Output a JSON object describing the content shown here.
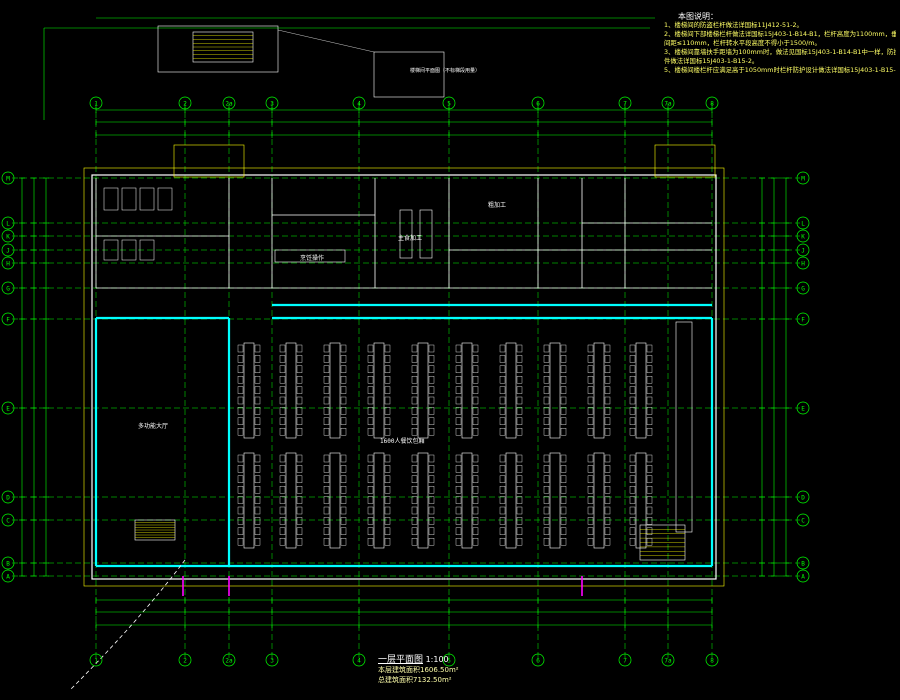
{
  "notes": {
    "title": "本图说明：",
    "lines": [
      "1、楼梯间的防盗栏杆做法详国标11J412-51-2。",
      "2、楼梯间下部楼梯栏杆做法详国标15J403-1-B14-B1，栏杆高度为1100mm，垂向",
      "   间距≤110mm，栏杆转水平段高度不得小于1500/m。",
      "3、楼梯间靠墙扶手距墙为100mm时，做法见国标15J403-1-B14-B1中一样，防护栏杆水平杆",
      "   件做法详国标15J403-1-B15-2。",
      "5、楼梯间楼栏杆应满足高于1050mm时栏杆防护设计做法详国标15J403-1-B15-H。"
    ]
  },
  "grid": {
    "columns": [
      "1",
      "2",
      "2a",
      "3",
      "4",
      "5",
      "6",
      "7",
      "7a",
      "8"
    ],
    "rows": [
      "M",
      "L",
      "K",
      "J",
      "H",
      "G",
      "F",
      "E",
      "D",
      "C",
      "B",
      "A"
    ]
  },
  "rooms": {
    "main_hall": "1600人餐饮包厢",
    "side_hall": "多功能大厅",
    "kitchen": "粗加工",
    "cooking": "烹饪操作",
    "dish": "主食加工",
    "stair_note": "楼梯间平面图（不标梯段用量）"
  },
  "title_block": {
    "title": "一层平面图",
    "scale": "1:100",
    "area1": "本层建筑面积1606.50m²",
    "area2": "总建筑面积7132.50m²"
  },
  "colors": {
    "background": "#000000",
    "wall": "#00ffff",
    "grid_axis": "#00ff00",
    "dimension": "#00ff00",
    "notes": "#ffff66",
    "furniture": "#ffffff",
    "accent": "#ff00ff"
  }
}
